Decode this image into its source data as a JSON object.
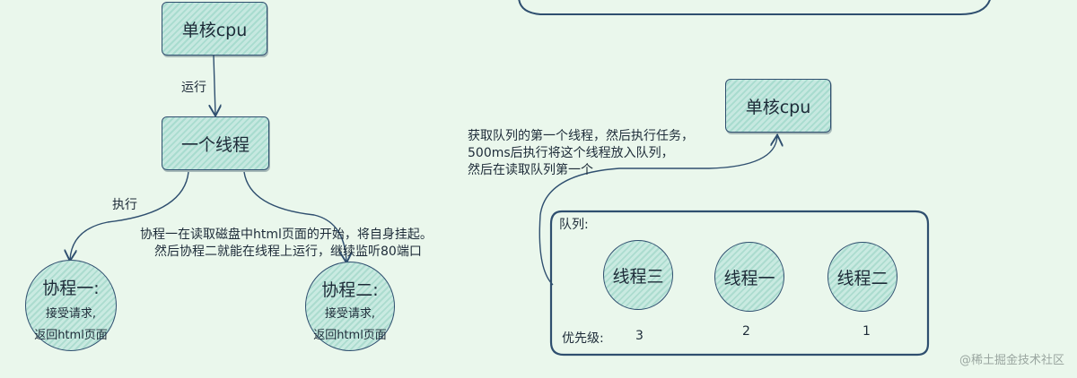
{
  "left": {
    "cpu_label": "单核cpu",
    "run_label": "运行",
    "thread_label": "一个线程",
    "exec_label": "执行",
    "note_line1": "协程一在读取磁盘中html页面的开始，将自身挂起。",
    "note_line2": "然后协程二就能在线程上运行，继续监听80端口",
    "coroutine1": {
      "title": "协程一:",
      "line1": "接受请求,",
      "line2": "返回html页面"
    },
    "coroutine2": {
      "title": "协程二:",
      "line1": "接受请求,",
      "line2": "返回html页面"
    }
  },
  "right": {
    "cpu_label": "单核cpu",
    "note_line1": "获取队列的第一个线程，然后执行任务，",
    "note_line2": "500ms后执行将这个线程放入队列，",
    "note_line3": "然后在读取队列第一个",
    "queue_label": "队列:",
    "priority_label": "优先级:",
    "threads": [
      {
        "name": "线程三",
        "priority": "3"
      },
      {
        "name": "线程一",
        "priority": "2"
      },
      {
        "name": "线程二",
        "priority": "1"
      }
    ]
  },
  "watermark": "@稀土掘金技术社区",
  "colors": {
    "stroke": "#2f4f6f",
    "fill": "#a8dccf",
    "background": "#eaf7ec"
  }
}
